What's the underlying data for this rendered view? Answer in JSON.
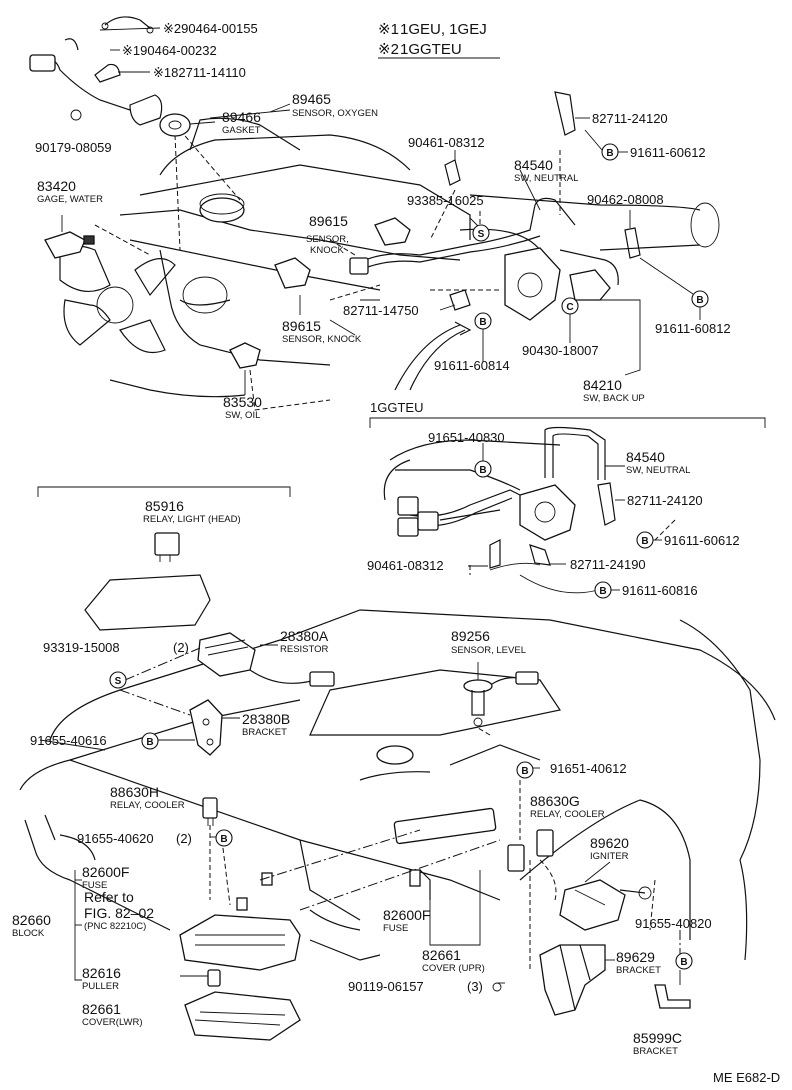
{
  "header": {
    "note1_mark": "※1",
    "note1_text": "1GEU, 1GEJ",
    "note2_mark": "※2",
    "note2_text": "1GGTEU"
  },
  "inset_label": "1GGTEU",
  "footer_code": "ME E682-D",
  "parts": {
    "p90464_00155": "※290464-00155",
    "p90464_00232": "※190464-00232",
    "p82711_14110": "※182711-14110",
    "p89465": "89465",
    "p89465_name": "SENSOR, OXYGEN",
    "p89466": "89466",
    "p89466_name": "GASKET",
    "p90179_08059": "90179-08059",
    "p83420": "83420",
    "p83420_name": "GAGE, WATER",
    "p89615a": "89615",
    "p89615a_name1": "SENSOR,",
    "p89615a_name2": "KNOCK",
    "p89615b": "89615",
    "p89615b_name": "SENSOR, KNOCK",
    "p83530": "83530",
    "p83530_name": "SW, OIL",
    "p82711_24120": "82711-24120",
    "p91611_60612": "91611-60612",
    "p90461_08312": "90461-08312",
    "p84540": "84540",
    "p84540_name": "SW, NEUTRAL",
    "p93385_16025": "93385-16025",
    "p90462_08008": "90462-08008",
    "p82711_14750": "82711-14750",
    "p91611_60812": "91611-60812",
    "p91611_60814": "91611-60814",
    "p90430_18007": "90430-18007",
    "p84210": "84210",
    "p84210_name": "SW, BACK UP",
    "i91651_40830": "91651-40830",
    "i84540": "84540",
    "i84540_name": "SW, NEUTRAL",
    "i82711_24120": "82711-24120",
    "i91611_60612": "91611-60612",
    "i90461_08312": "90461-08312",
    "i82711_24190": "82711-24190",
    "i91611_60816": "91611-60816",
    "p85916": "85916",
    "p85916_name": "RELAY, LIGHT (HEAD)",
    "p93319_15008": "93319-15008",
    "p93319_qty": "(2)",
    "p28380A": "28380A",
    "p28380A_name": "RESISTOR",
    "p89256": "89256",
    "p89256_name": "SENSOR, LEVEL",
    "p28380B": "28380B",
    "p28380B_name": "BRACKET",
    "p91655_40616": "91655-40616",
    "p91651_40612": "91651-40612",
    "p88630H": "88630H",
    "p88630H_name": "RELAY, COOLER",
    "p88630G": "88630G",
    "p88630G_name": "RELAY, COOLER",
    "p91655_40620": "91655-40620",
    "p91655_40620_qty": "(2)",
    "p89620": "89620",
    "p89620_name": "IGNITER",
    "p82600F_a": "82600F",
    "p82600F_a_name": "FUSE",
    "p_refer1": "Refer to",
    "p_refer2": "FIG. 82–02",
    "p_refer3": "(PNC 82210C)",
    "p82660": "82660",
    "p82660_name": "BLOCK",
    "p82600F_b": "82600F",
    "p82600F_b_name": "FUSE",
    "p91655_40820": "91655-40820",
    "p82661_upr": "82661",
    "p82661_upr_name": "COVER (UPR)",
    "p89629": "89629",
    "p89629_name": "BRACKET",
    "p82616": "82616",
    "p82616_name": "PULLER",
    "p90119_06157": "90119-06157",
    "p90119_qty": "(3)",
    "p82661_lwr": "82661",
    "p82661_lwr_name": "COVER(LWR)",
    "p85999C": "85999C",
    "p85999C_name": "BRACKET"
  },
  "symbols": {
    "b": "B",
    "s": "S",
    "c": "C"
  }
}
